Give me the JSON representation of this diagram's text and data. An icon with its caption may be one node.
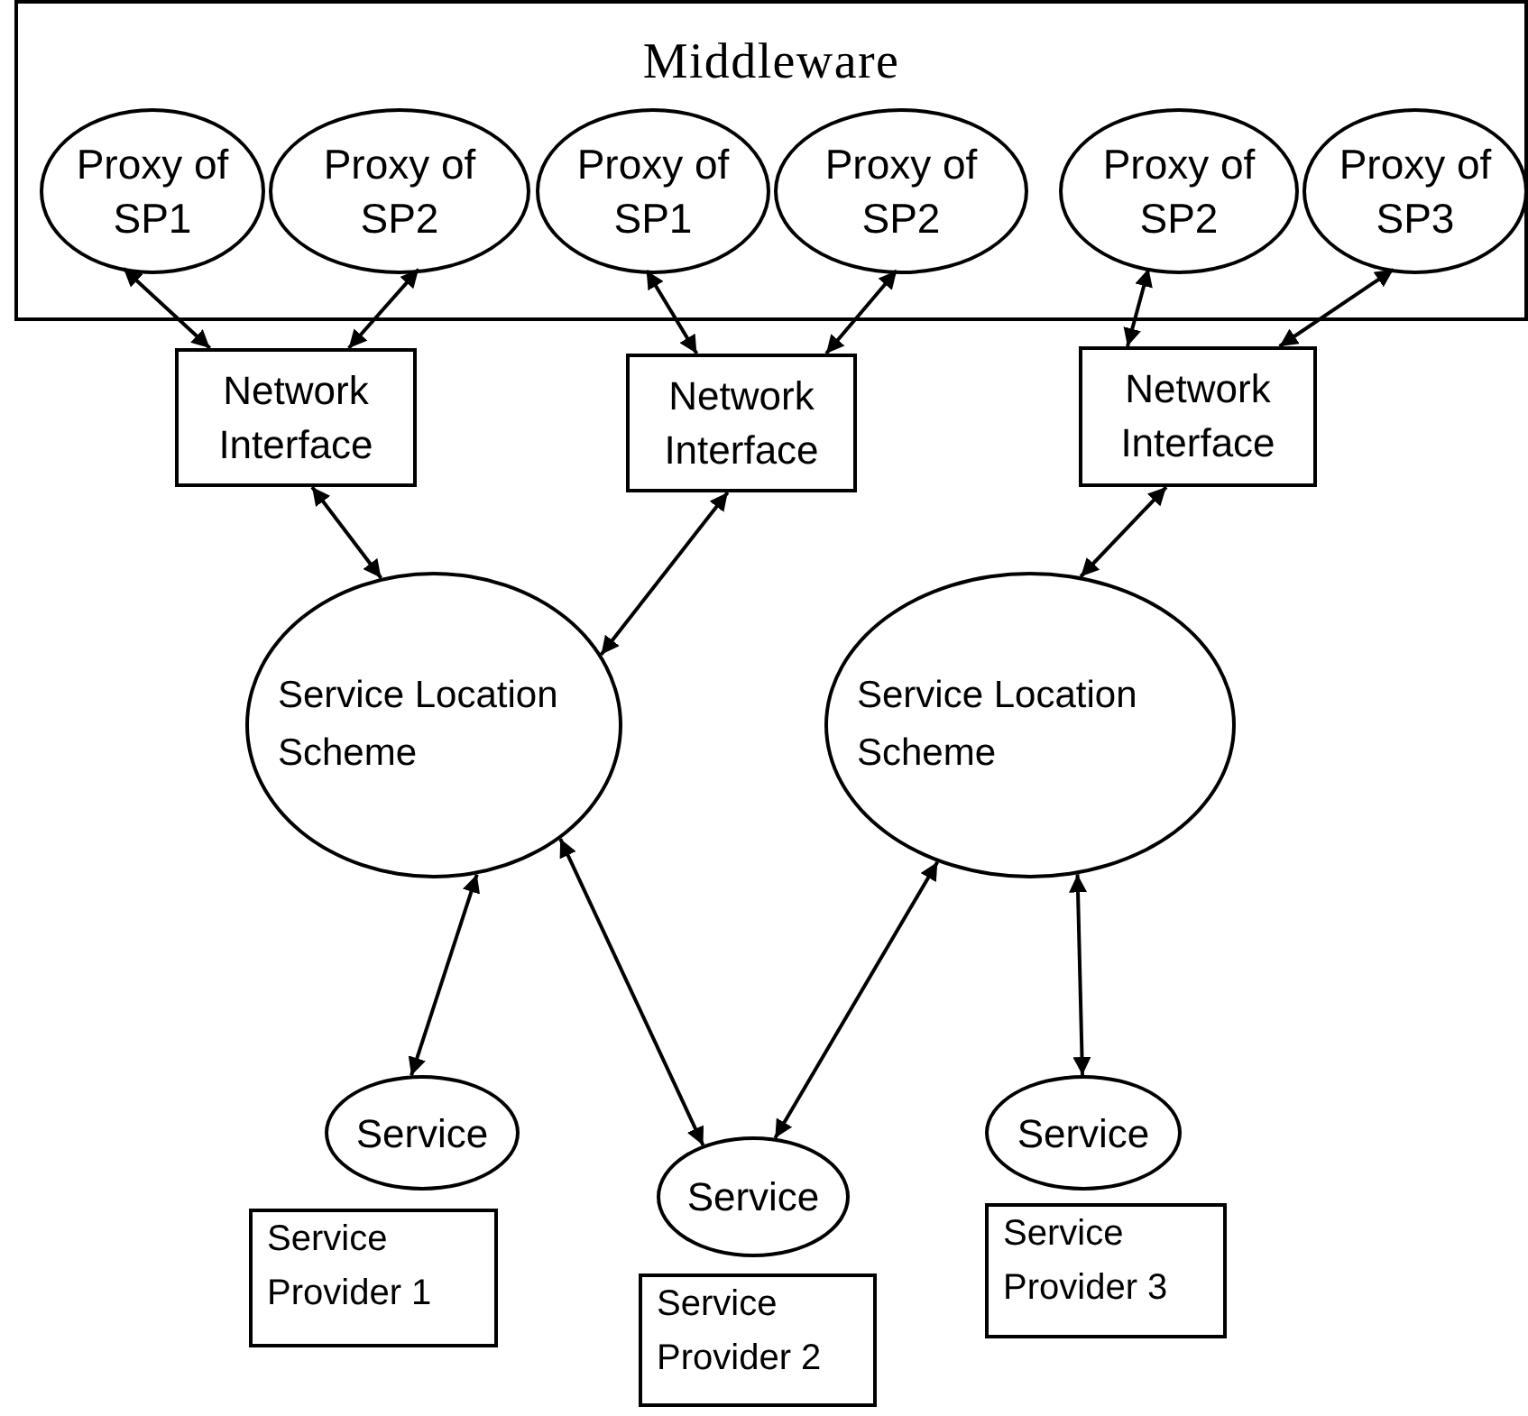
{
  "diagram": {
    "nodes": [
      {
        "text": [
          "Middleware"
        ]
      },
      {
        "text": [
          "Proxy of SP1"
        ],
        "in": 0
      },
      {
        "text": [
          "Proxy of SP2"
        ],
        "in": 0
      },
      {
        "text": [
          "Proxy of SP1"
        ],
        "in": 0
      },
      {
        "text": [
          "Proxy of SP2"
        ],
        "in": 0
      },
      {
        "text": [
          "Proxy of SP2"
        ],
        "in": 0
      },
      {
        "text": [
          "Proxy of SP3"
        ],
        "in": 0
      },
      {
        "text": [
          "Network Interface"
        ]
      },
      {
        "text": [
          "Network Interface"
        ]
      },
      {
        "text": [
          "Network Interface"
        ]
      },
      {
        "text": [
          "Service Location Scheme"
        ]
      },
      {
        "text": [
          "Service Location Scheme"
        ]
      },
      {
        "text": [
          "Service"
        ]
      },
      {
        "text": [
          "Service Provider 1"
        ]
      },
      {
        "text": [
          "Service"
        ]
      },
      {
        "text": [
          "Service Provider 2"
        ]
      },
      {
        "text": [
          "Service"
        ]
      },
      {
        "text": [
          "Service Provider 3"
        ]
      }
    ],
    "edges": [
      {
        "from": 1,
        "to": 7,
        "arrow": "both"
      },
      {
        "from": 2,
        "to": 7,
        "arrow": "both"
      },
      {
        "from": 3,
        "to": 8,
        "arrow": "both"
      },
      {
        "from": 4,
        "to": 8,
        "arrow": "both"
      },
      {
        "from": 5,
        "to": 9,
        "arrow": "both"
      },
      {
        "from": 6,
        "to": 9,
        "arrow": "both"
      },
      {
        "from": 7,
        "to": 10,
        "arrow": "both"
      },
      {
        "from": 8,
        "to": 10,
        "arrow": "both"
      },
      {
        "from": 9,
        "to": 11,
        "arrow": "both"
      },
      {
        "from": 10,
        "to": 12,
        "arrow": "both"
      },
      {
        "from": 10,
        "to": 14,
        "arrow": "both"
      },
      {
        "from": 11,
        "to": 14,
        "arrow": "both"
      },
      {
        "from": 11,
        "to": 16,
        "arrow": "both"
      }
    ]
  }
}
